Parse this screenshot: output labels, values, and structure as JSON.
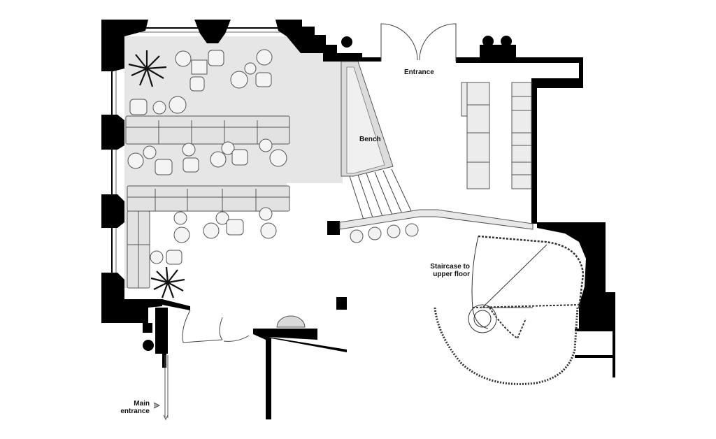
{
  "labels": {
    "entrance": "Entrance",
    "bench": "Bench",
    "staircase_line1": "Staircase to",
    "staircase_line2": "upper floor",
    "main_entrance_line1": "Main",
    "main_entrance_line2": "entrance"
  },
  "colors": {
    "wall": "#000000",
    "floor_zone": "#e6e6e6",
    "furniture_fill": "#f2f2f2",
    "furniture_stroke": "#555555",
    "background": "#ffffff"
  },
  "icons": {
    "plant": "palm-plant-icon",
    "arrow": "entrance-arrow-icon"
  }
}
